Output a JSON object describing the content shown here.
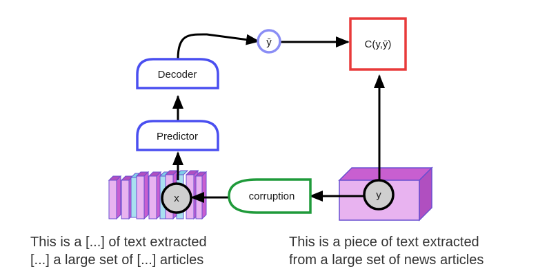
{
  "nodes": {
    "decoder": "Decoder",
    "predictor": "Predictor",
    "ybar": "ȳ",
    "cost": "C(y,ȳ)",
    "x": "x",
    "corruption": "corruption",
    "y": "y"
  },
  "captions": {
    "left_line1": "This is a [...] of text extracted",
    "left_line2": "[...] a large set of [...] articles",
    "right_line1": "This is a piece of text extracted",
    "right_line2": "from a large set of news articles"
  },
  "colors": {
    "module_blue": "#4a4ff0",
    "latent_blue": "#8a8df5",
    "cost_red": "#e83a3a",
    "corruption_green": "#1f9a3a",
    "token_pink": "#c85fd0",
    "token_light": "#e8b3f0",
    "masked_token": "#a8e0f0"
  },
  "icons": [
    "x-variable-circle",
    "y-variable-circle",
    "ybar-latent-circle",
    "arrow"
  ]
}
